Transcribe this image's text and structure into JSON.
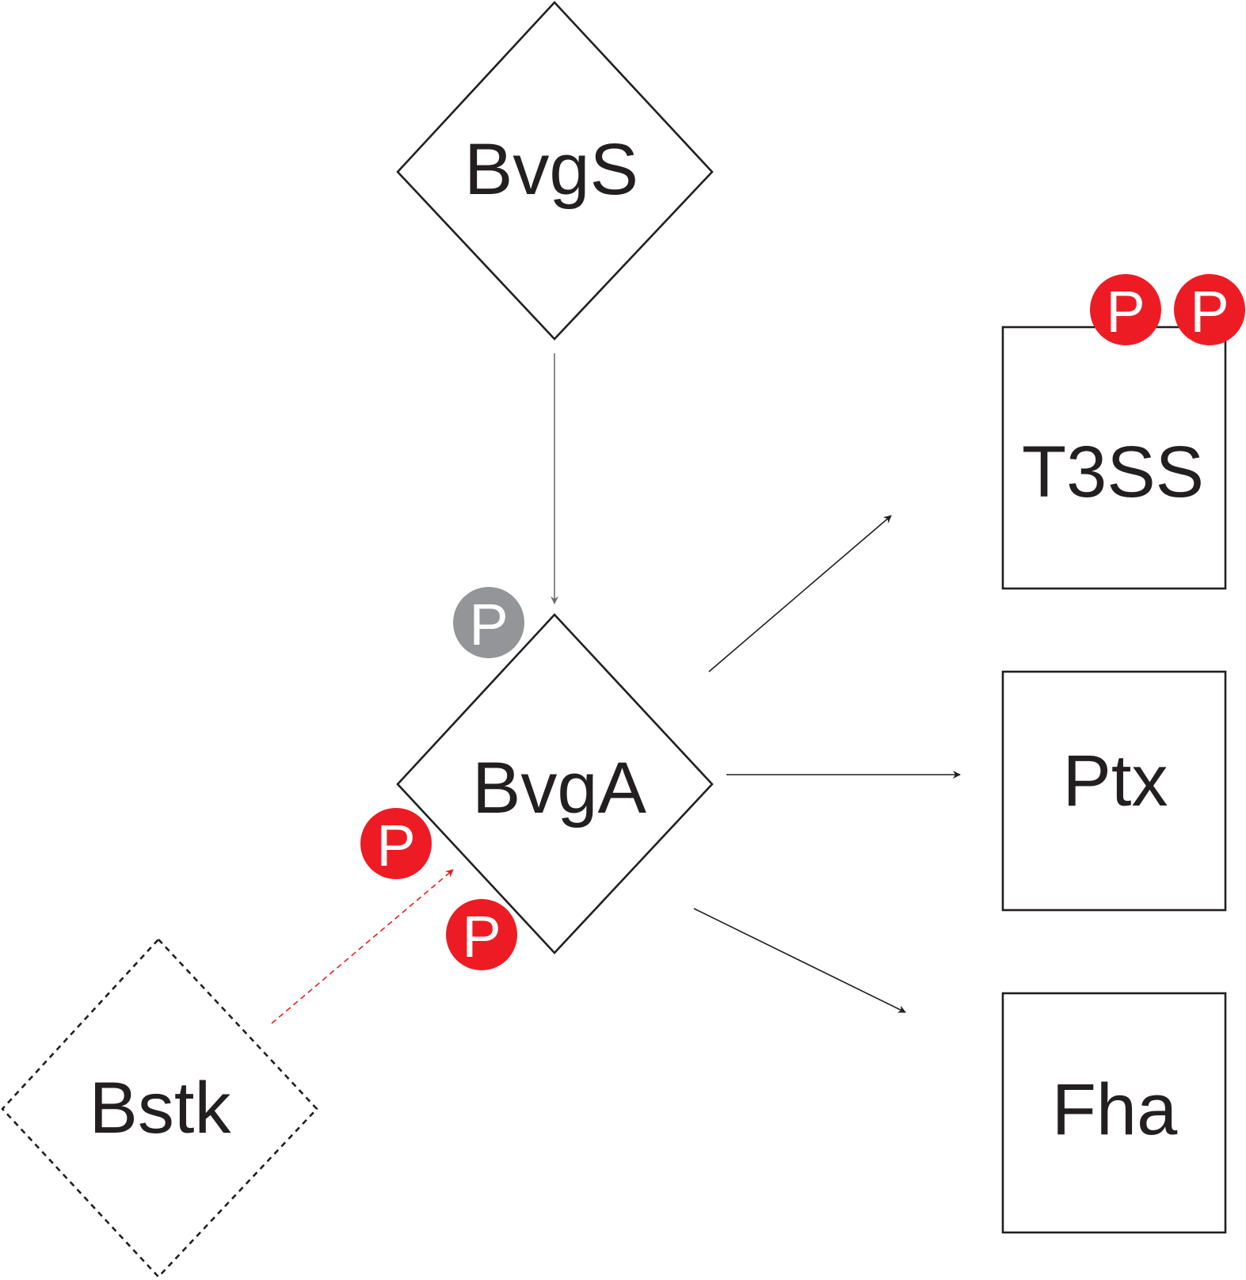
{
  "colors": {
    "ink": "#231f20",
    "phospho_red": "#ed1c24",
    "phospho_gray": "#939598",
    "dashed_arrow": "#ed1c24"
  },
  "nodes": {
    "bvgs": {
      "label": "BvgS",
      "shape": "diamond"
    },
    "bvga": {
      "label": "BvgA",
      "shape": "diamond"
    },
    "bstk": {
      "label": "Bstk",
      "shape": "diamond-dashed"
    },
    "t3ss": {
      "label": "T3SS",
      "shape": "box"
    },
    "ptx": {
      "label": "Ptx",
      "shape": "box"
    },
    "fha": {
      "label": "Fha",
      "shape": "box"
    }
  },
  "phospho": {
    "label": "P",
    "bvga_gray": {
      "label": "P",
      "color": "gray"
    },
    "bvga_red_left": {
      "label": "P",
      "color": "red"
    },
    "bvga_red_bottom": {
      "label": "P",
      "color": "red"
    },
    "t3ss_red_1": {
      "label": "P",
      "color": "red"
    },
    "t3ss_red_2": {
      "label": "P",
      "color": "red"
    }
  },
  "edges": [
    {
      "from": "BvgS",
      "to": "BvgA",
      "style": "solid"
    },
    {
      "from": "BvgA",
      "to": "T3SS",
      "style": "solid"
    },
    {
      "from": "BvgA",
      "to": "Ptx",
      "style": "solid"
    },
    {
      "from": "BvgA",
      "to": "Fha",
      "style": "solid"
    },
    {
      "from": "Bstk",
      "to": "BvgA",
      "style": "dashed"
    }
  ]
}
